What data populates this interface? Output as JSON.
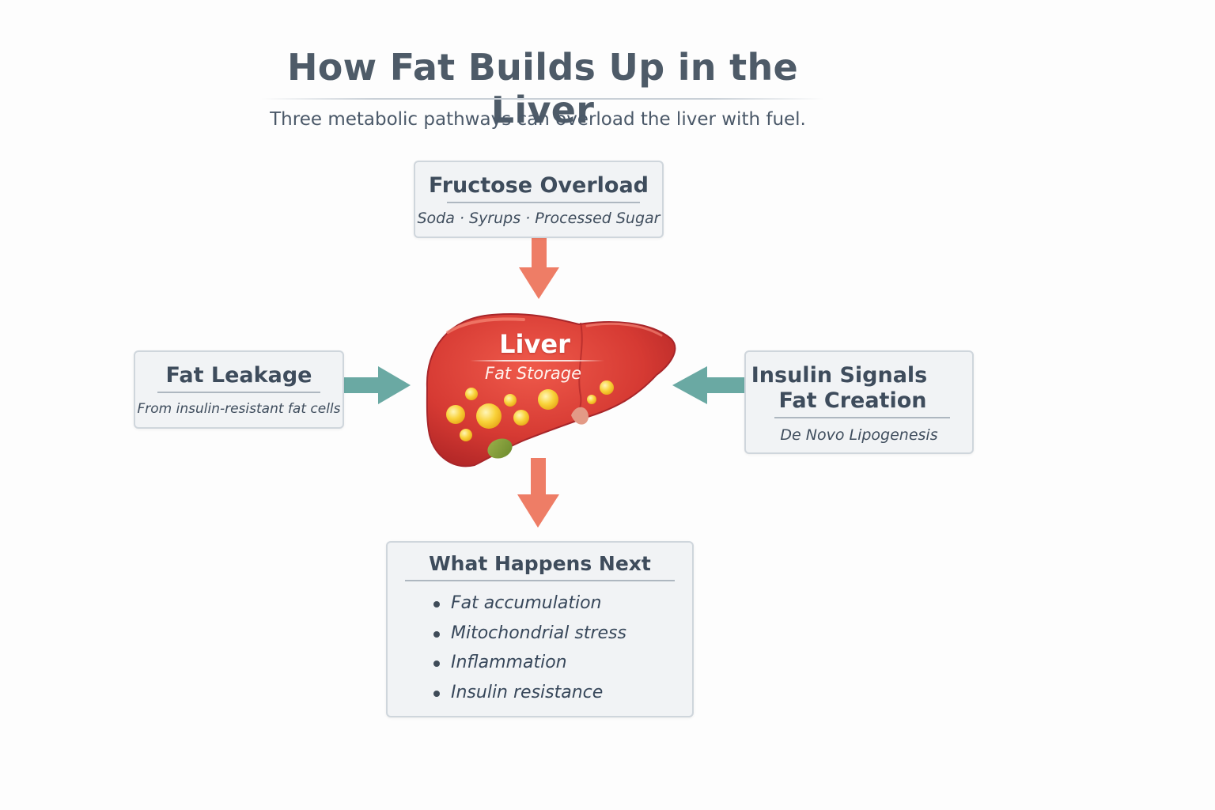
{
  "header": {
    "title": "How Fat Builds Up in the Liver",
    "subtitle": "Three metabolic pathways can overload the liver with fuel."
  },
  "center": {
    "title": "Liver",
    "subtitle": "Fat Storage"
  },
  "pathways": {
    "fructose": {
      "title": "Fructose Overload",
      "subtitle": "Soda · Syrups · Processed Sugar"
    },
    "leakage": {
      "title": "Fat Leakage",
      "subtitle": "From insulin-resistant fat cells"
    },
    "insulin": {
      "title_line1": "Insulin Signals",
      "title_line2": "Fat Creation",
      "subtitle": "De Novo Lipogenesis"
    }
  },
  "outcome": {
    "title": "What Happens Next",
    "items": [
      "Fat accumulation",
      "Mitochondrial stress",
      "Inflammation",
      "Insulin resistance"
    ]
  },
  "colors": {
    "incoming_arrow_sugar": "#ee7d66",
    "incoming_arrow_side": "#6aa9a3",
    "liver": "#d63a33",
    "fat_droplet": "#f6cb2e",
    "box_fill": "#f1f3f5",
    "box_border": "#cfd6dc"
  }
}
